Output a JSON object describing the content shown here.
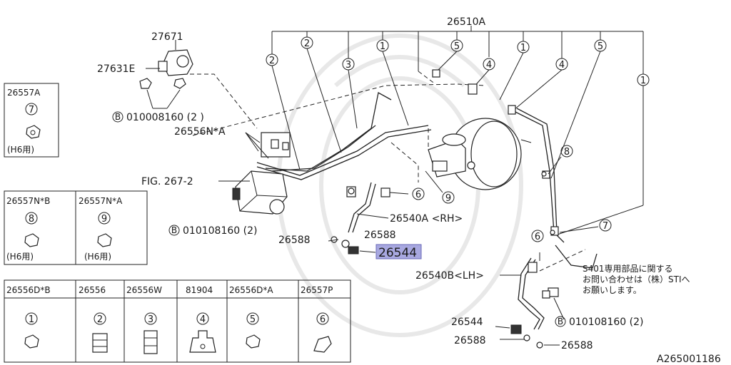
{
  "labels": {
    "main_pipe_set": "26510A",
    "bracket_part": "27671",
    "bracket_bolt": "27631E",
    "bolt_top": "010008160 (2 )",
    "clip_assy": "26556N*A",
    "fig_ref": "FIG. 267-2",
    "bolt_mid": "010108160 (2)",
    "hose_rh": "26540A <RH>",
    "washer_left": "26588",
    "washer_right": "26588",
    "highlight_bolt": "26544",
    "hose_lh": "26540B<LH>",
    "bolt_bottom": "010108160 (2)",
    "bolt_lh": "26544",
    "washer_lh1": "26588",
    "washer_lh2": "26588",
    "diagram_code": "A265001186",
    "bolt_prefix": "B"
  },
  "callouts": {
    "c1": "1",
    "c2": "2",
    "c3": "3",
    "c4": "4",
    "c5": "5",
    "c6": "6",
    "c7": "7",
    "c8": "8",
    "c9": "9"
  },
  "note": {
    "line1": "S401専用部品に関する",
    "line2": "お問い合わせは（株）STIへ",
    "line3": "お願いします。"
  },
  "legend_single": {
    "part": "26557A",
    "num": "7",
    "note": "(H6用)"
  },
  "legend_pair": [
    {
      "part": "26557N*B",
      "num": "8",
      "note": "(H6用)"
    },
    {
      "part": "26557N*A",
      "num": "9",
      "note": "(H6用)"
    }
  ],
  "legend_clips": [
    {
      "part": "26556D*B",
      "num": "1"
    },
    {
      "part": "26556",
      "num": "2"
    },
    {
      "part": "26556W",
      "num": "3"
    },
    {
      "part": "81904",
      "num": "4"
    },
    {
      "part": "26556D*A",
      "num": "5"
    },
    {
      "part": "26557P",
      "num": "6"
    }
  ],
  "colors": {
    "highlight": "#a8a8e0",
    "line": "#222222"
  }
}
